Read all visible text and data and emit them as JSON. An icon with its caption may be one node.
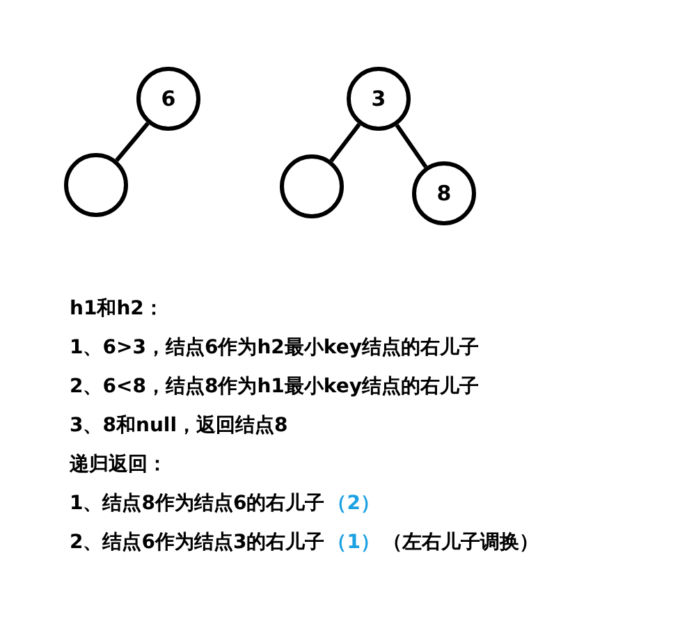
{
  "diagram": {
    "nodes": [
      {
        "text": [
          "6"
        ]
      },
      {
        "text": [],
        "shape": "circle"
      },
      {
        "text": [
          "3"
        ]
      },
      {
        "text": [],
        "shape": "circle"
      },
      {
        "text": [
          "8"
        ]
      }
    ],
    "edges": [
      {
        "from": 0,
        "to": 1,
        "arrow": "none"
      },
      {
        "from": 2,
        "to": 3,
        "arrow": "none"
      },
      {
        "from": 2,
        "to": 4,
        "arrow": "none"
      }
    ],
    "labels": [
      "h1和h2：",
      "1、6>3，结点6作为h2最小key结点的右儿子",
      "2、6<8，结点8作为h1最小key结点的右儿子",
      "3、8和null，返回结点8",
      "递归返回：",
      "1、结点8作为结点6的右儿子",
      "（2）",
      "2、结点6作为结点3的右儿子",
      "（1）",
      "（左右儿子调换）"
    ]
  }
}
